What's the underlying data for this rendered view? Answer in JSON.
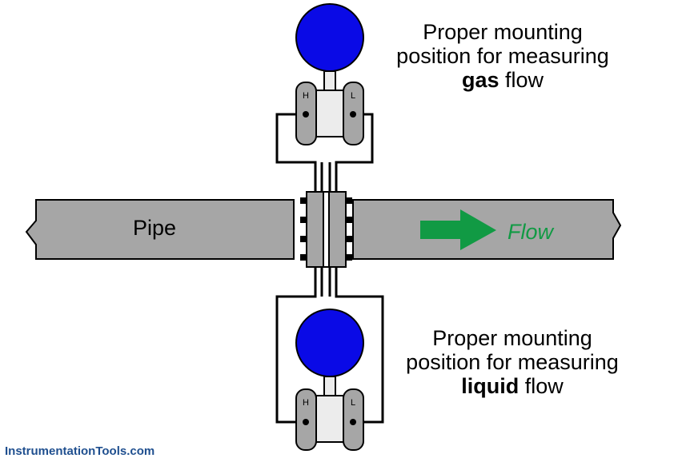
{
  "captions": {
    "gas": {
      "line1": "Proper mounting",
      "line2": "position for measuring",
      "bold": "gas",
      "suffix": " flow"
    },
    "liquid": {
      "line1": "Proper mounting",
      "line2": "position for measuring",
      "bold": "liquid",
      "suffix": " flow"
    }
  },
  "pipe": {
    "label": "Pipe"
  },
  "flow": {
    "label": "Flow"
  },
  "transmitter_ports": {
    "high": "H",
    "low": "L"
  },
  "watermark": "InstrumentationTools.com",
  "colors": {
    "pipe": "#a6a6a6",
    "transmitter_head": "#0a0ae6",
    "transmitter_body": "#a6a6a6",
    "flow_arrow": "#119a44"
  }
}
